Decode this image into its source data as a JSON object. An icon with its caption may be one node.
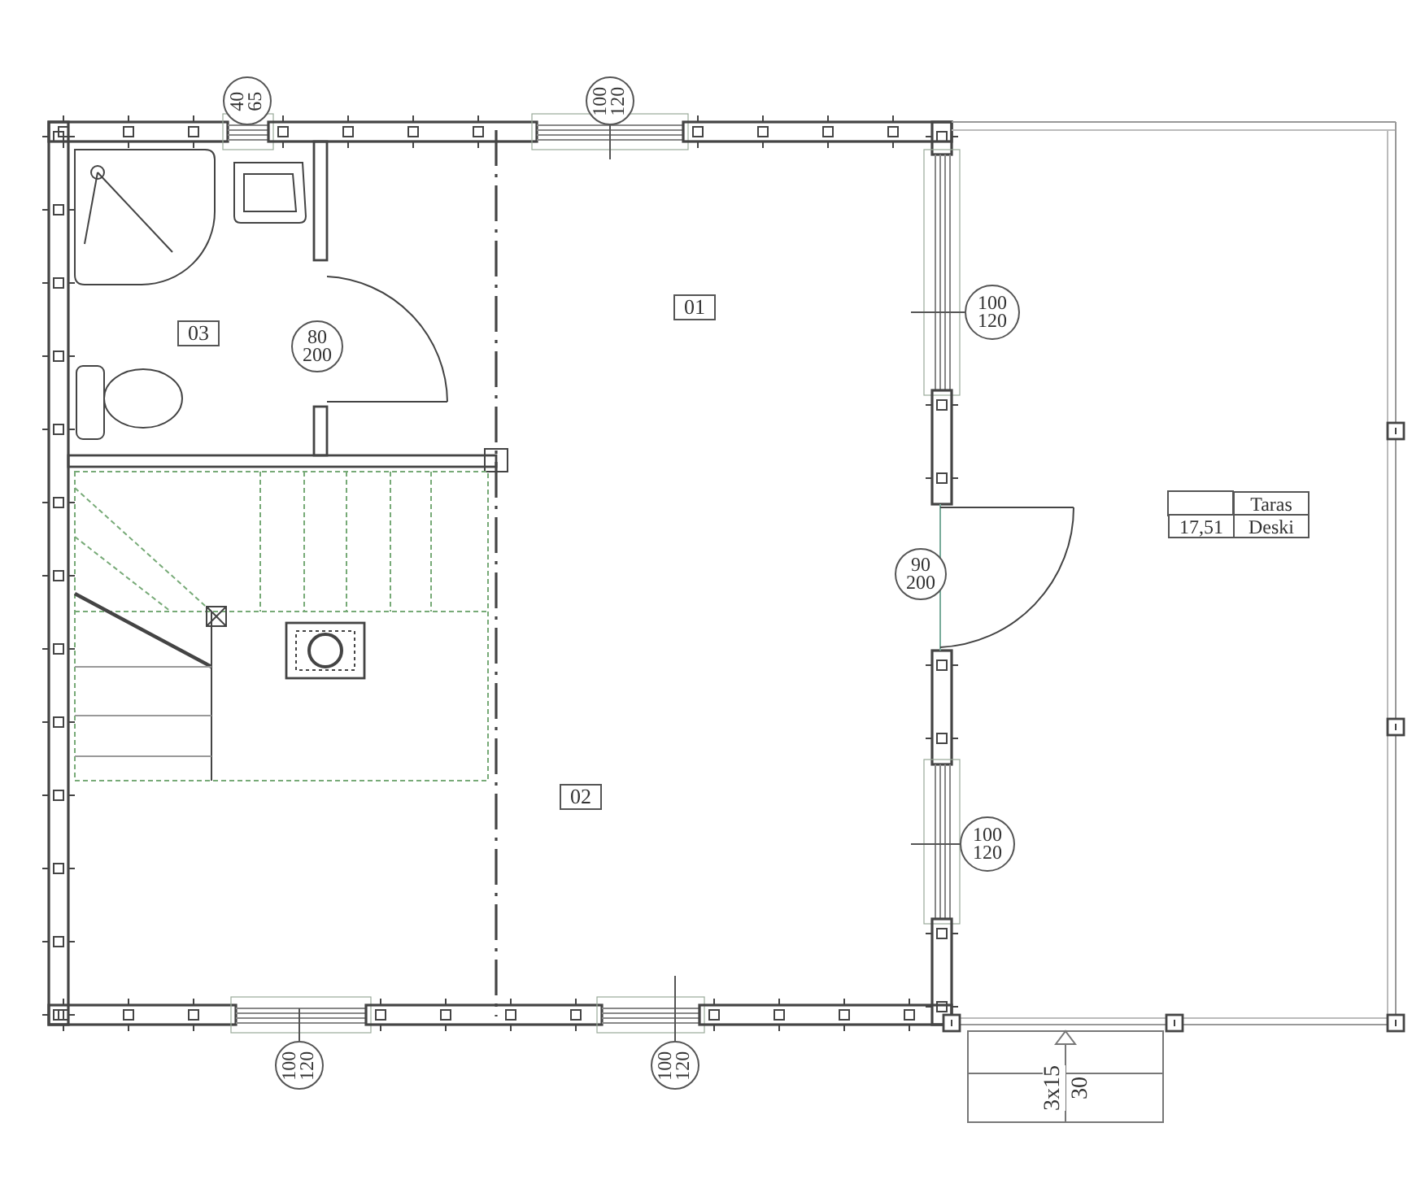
{
  "diagram": {
    "nodes": [
      {
        "text": [
          "40 65"
        ]
      },
      {
        "text": [
          "100 120"
        ]
      },
      {
        "text": [
          "03"
        ]
      },
      {
        "text": [
          "80 200"
        ]
      },
      {
        "text": [
          "01"
        ]
      },
      {
        "text": [
          "100 120"
        ]
      },
      {
        "text": [
          "90 200"
        ]
      },
      {
        "text": [
          "02"
        ]
      },
      {
        "text": [
          "100 120"
        ]
      },
      {
        "text": [
          "100 120"
        ]
      },
      {
        "text": [
          "100 120"
        ]
      }
    ],
    "labels": [
      "Taras",
      "17,51",
      "Deski",
      "3x15",
      "30"
    ]
  }
}
